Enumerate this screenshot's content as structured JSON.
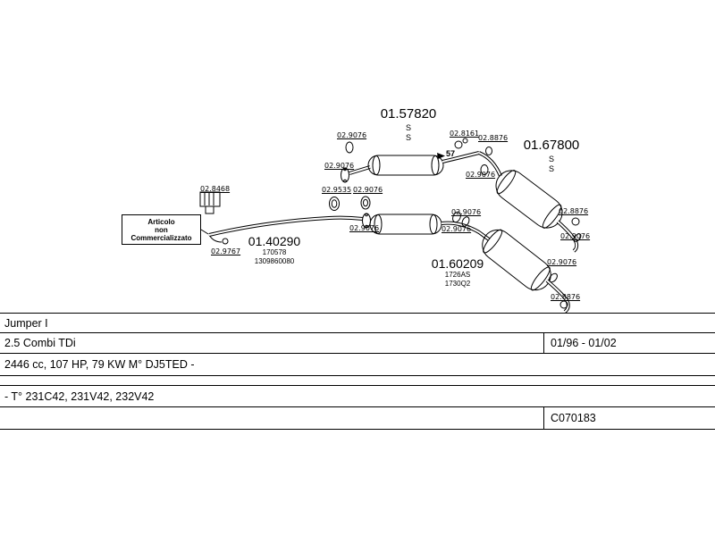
{
  "diagram": {
    "flow_arrow": "►",
    "flow_label": "57",
    "assemblies": [
      {
        "number": "01.57820",
        "subs": [
          "S",
          "S"
        ]
      },
      {
        "number": "01.67800",
        "subs": [
          "S",
          "S"
        ]
      },
      {
        "number": "01.40290",
        "subs": [
          "170578",
          "1309860080"
        ]
      },
      {
        "number": "01.60209",
        "subs": [
          "1726AS",
          "1730Q2"
        ]
      }
    ],
    "note_box": {
      "lines": [
        "Articolo",
        "non",
        "Commercializzato"
      ]
    },
    "part_labels": [
      {
        "text": "02.9076"
      },
      {
        "text": "02.8161"
      },
      {
        "text": "02.8876"
      },
      {
        "text": "02.9076"
      },
      {
        "text": "02.9076"
      },
      {
        "text": "02.9535"
      },
      {
        "text": "02.9076"
      },
      {
        "text": "02.8468"
      },
      {
        "text": "02.9076"
      },
      {
        "text": "02.9076"
      },
      {
        "text": "02.9076"
      },
      {
        "text": "02.8876"
      },
      {
        "text": "02.9076"
      },
      {
        "text": "02.9767"
      },
      {
        "text": "02.9076"
      },
      {
        "text": "02.8876"
      }
    ]
  },
  "table": {
    "rows": [
      {
        "left": "Jumper I",
        "right": ""
      },
      {
        "left": "2.5 Combi TDi",
        "right": "01/96 - 01/02"
      },
      {
        "left": "2446 cc, 107 HP, 79 KW M° DJ5TED -",
        "right": ""
      },
      {
        "left": "",
        "right": ""
      },
      {
        "left": "- T° 231C42, 231V42, 232V42",
        "right": ""
      },
      {
        "left": "",
        "right": "C070183"
      }
    ]
  }
}
